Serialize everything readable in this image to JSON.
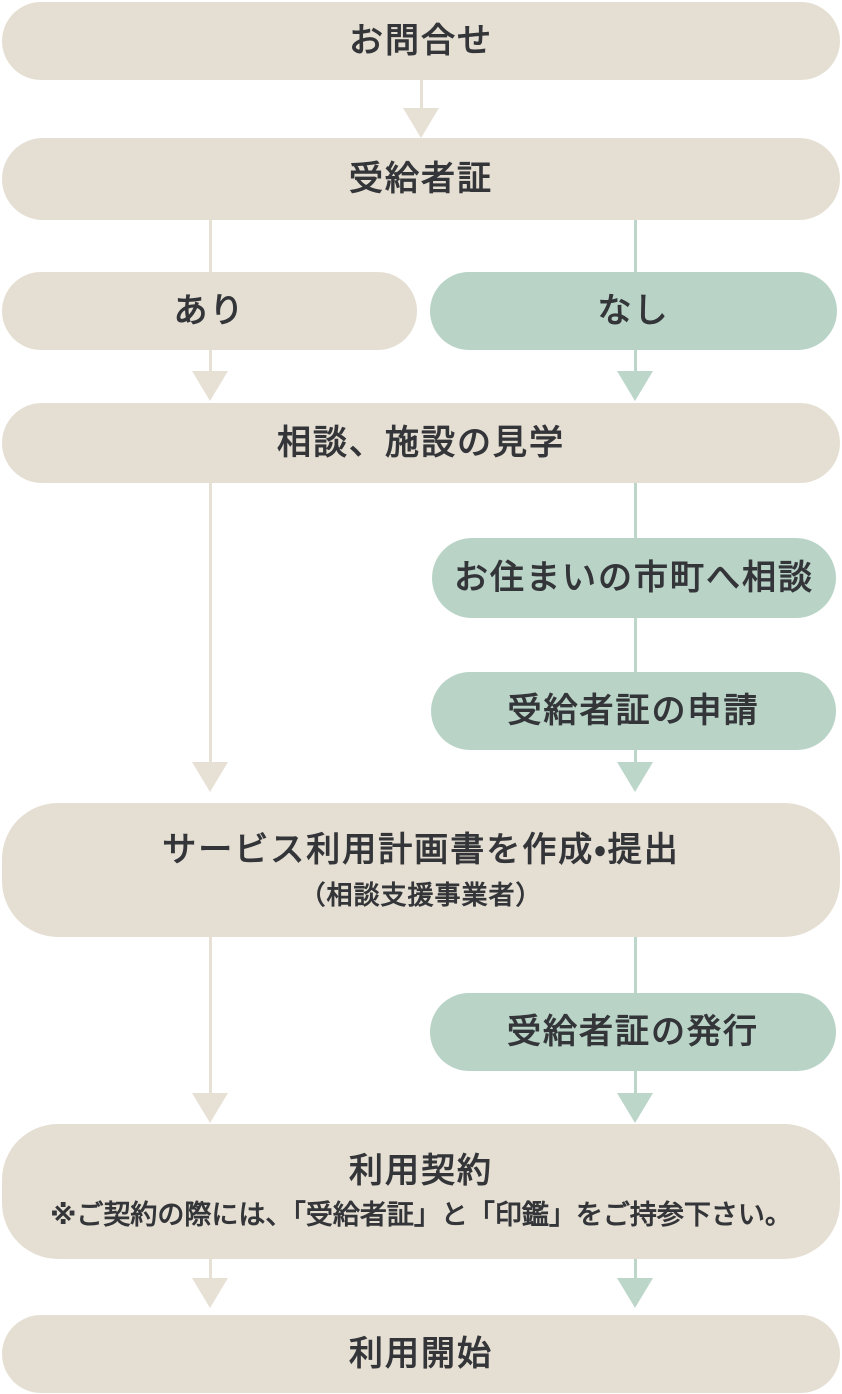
{
  "colors": {
    "beige": "#e5dfd3",
    "green": "#b9d4c7",
    "beige_arrow": "#e7e0d5",
    "green_arrow": "#bdd6ca",
    "text": "#333539",
    "background": "#ffffff"
  },
  "flowchart": {
    "inquiry": {
      "label": "お問合せ"
    },
    "certificate": {
      "label": "受給者証"
    },
    "certificate_have": {
      "label": "あり"
    },
    "certificate_none": {
      "label": "なし"
    },
    "consult_visit": {
      "label": "相談、施設の見学"
    },
    "consult_city": {
      "label": "お住まいの市町へ相談"
    },
    "apply_certificate": {
      "label": "受給者証の申請"
    },
    "service_plan": {
      "label": "サービス利用計画書を作成・提出",
      "sublabel": "（相談支援事業者）"
    },
    "issue_certificate": {
      "label": "受給者証の発行"
    },
    "contract": {
      "label": "利用契約",
      "note": "※ご契約の際には、「受給者証」と「印鑑」をご持参下さい。"
    },
    "start": {
      "label": "利用開始"
    }
  }
}
